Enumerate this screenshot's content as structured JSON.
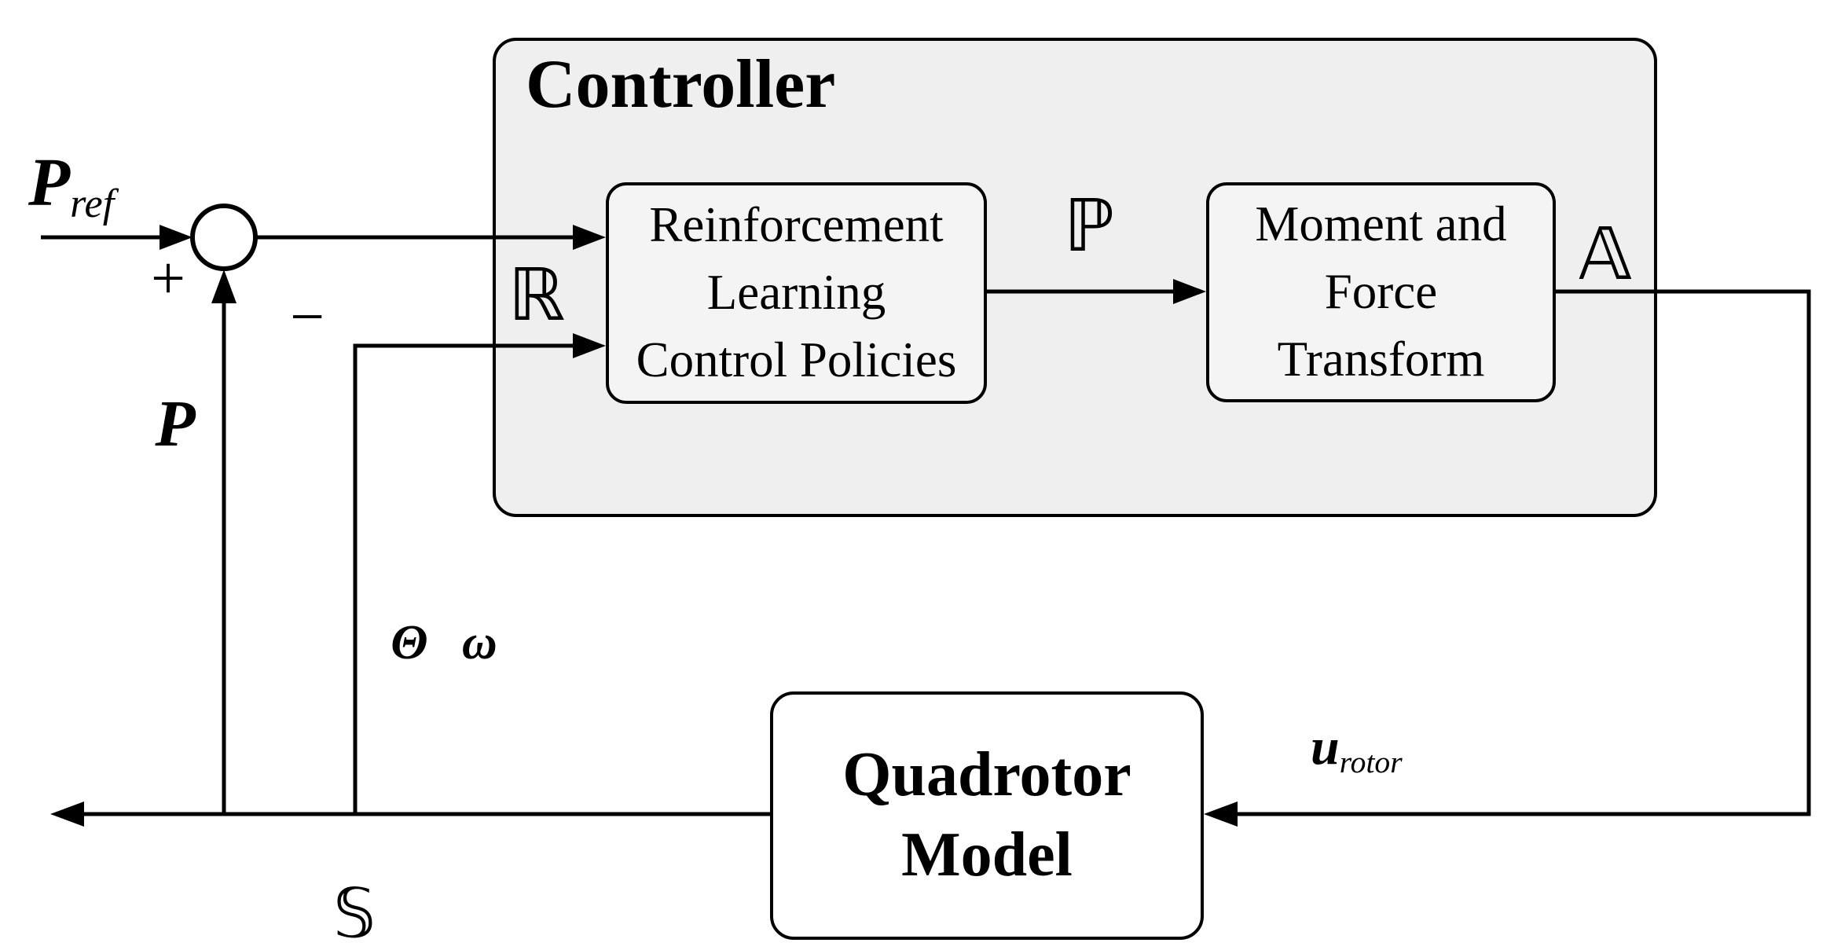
{
  "figure": {
    "controller": {
      "title": "Controller"
    },
    "blocks": {
      "rl": {
        "line1": "Reinforcement",
        "line2": "Learning",
        "line3": "Control Policies"
      },
      "mft": {
        "line1": "Moment and",
        "line2": "Force",
        "line3": "Transform"
      },
      "quadrotor": {
        "line1": "Quadrotor",
        "line2": "Model"
      }
    },
    "labels": {
      "pref_main": "P",
      "pref_sub": "ref",
      "plus": "+",
      "minus": "−",
      "p_feedback": "P",
      "theta_omega": "Θ ω",
      "r_blackboard": "ℝ",
      "p_blackboard": "ℙ",
      "a_blackboard": "𝔸",
      "s_blackboard": "𝕊",
      "u_main": "u",
      "u_sub": "rotor"
    },
    "colors": {
      "stroke": "#000000",
      "controller_fill": "#efefef",
      "inner_block_fill": "#f4f4f4",
      "quadrotor_fill": "#ffffff",
      "background": "#ffffff"
    }
  }
}
